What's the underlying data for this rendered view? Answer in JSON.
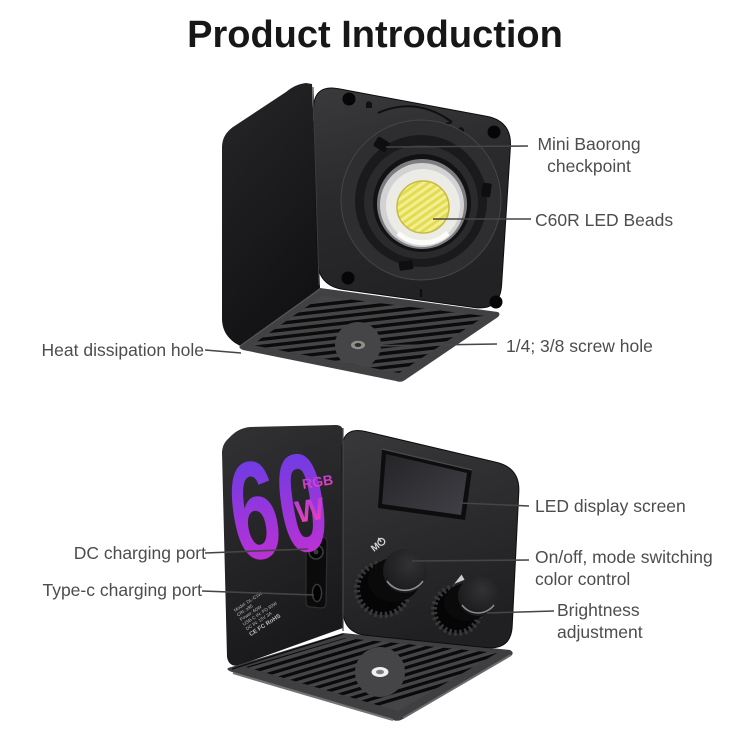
{
  "title": "Product Introduction",
  "colors": {
    "label_text": "#4d4d4d",
    "callout_line": "#454545",
    "body_black": "#1e1e20",
    "led_yellow": "#e3dc52",
    "wattage_gradient_top": "#5b3fe6",
    "wattage_gradient_bottom": "#d02ed2",
    "badge_magenta": "#cf3ad6"
  },
  "callouts": {
    "mini_baorong": "Mini Baorong\ncheckpoint",
    "led_beads": "C60R LED Beads",
    "heat_hole": "Heat dissipation hole",
    "screw_hole": "1/4; 3/8 screw hole",
    "led_display": "LED display screen",
    "mode_control": "On/off, mode switching\ncolor control",
    "brightness": "Brightness\nadjustment",
    "dc_port": "DC charging port",
    "typec_port": "Type-c charging port"
  },
  "device": {
    "wattage": "60",
    "watt_unit": "W",
    "mode_badge": "RGB",
    "knob1_marking": "M",
    "spec_lines": [
      "Model: DL-C1W",
      "CRI: ≥95",
      "Power: 60W",
      "USB-C IN: PD 60W",
      "DC IN: 15V 3A",
      "CE FC RoHS"
    ]
  }
}
